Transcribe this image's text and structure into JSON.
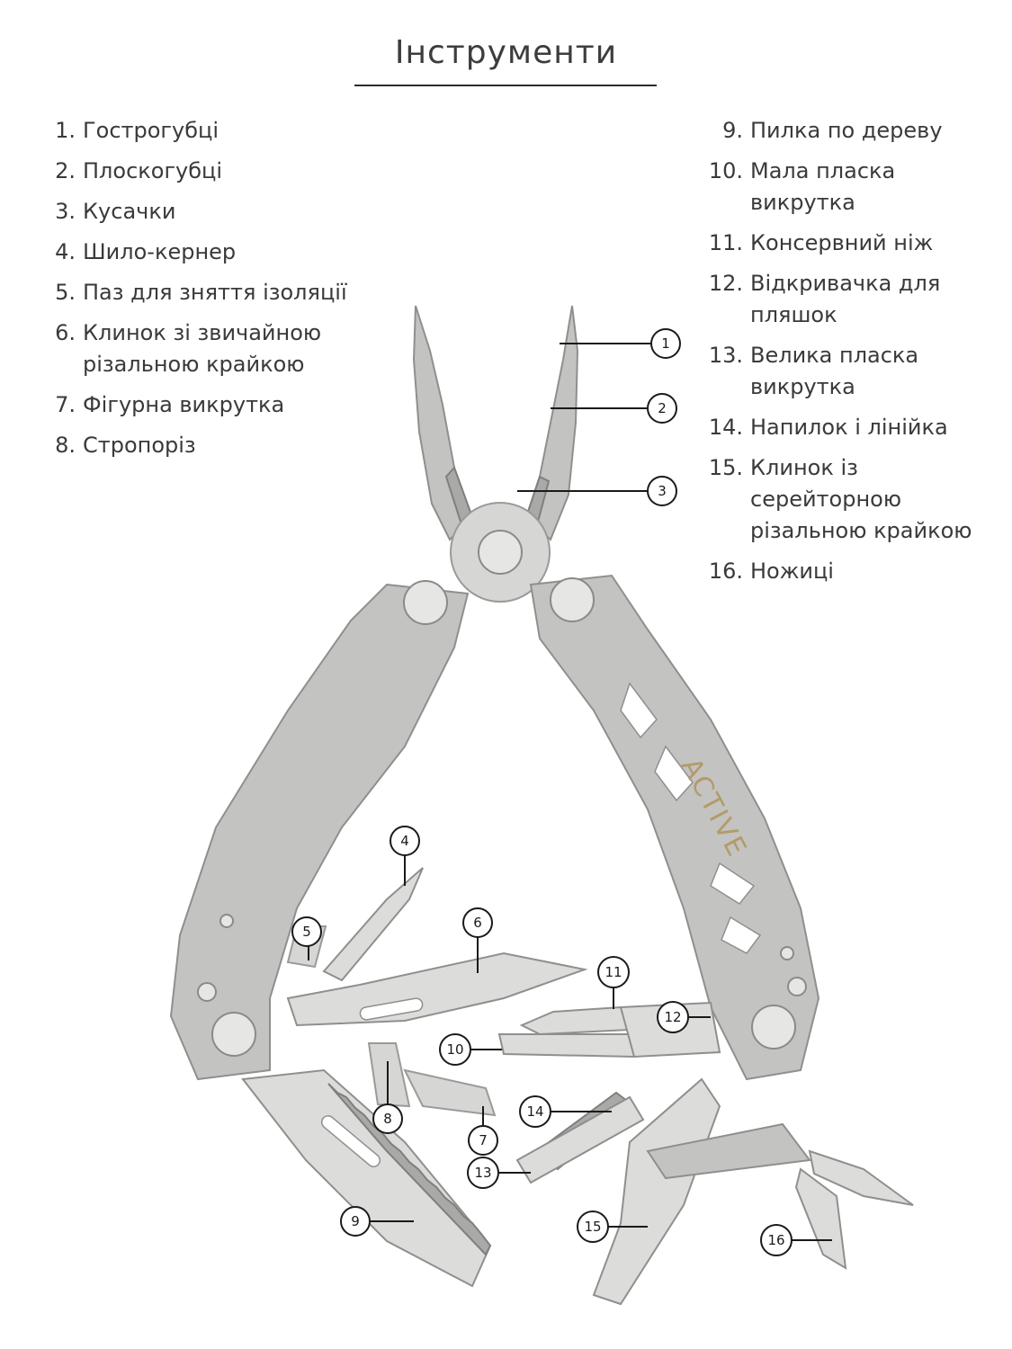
{
  "title": "Інструменти",
  "brand_logo": "ACTIVE",
  "legend_left": [
    {
      "num": "1.",
      "text": "Гострогубці"
    },
    {
      "num": "2.",
      "text": "Плоскогубці"
    },
    {
      "num": "3.",
      "text": "Кусачки"
    },
    {
      "num": "4.",
      "text": "Шило-кернер"
    },
    {
      "num": "5.",
      "text": "Паз для зняття ізоляції"
    },
    {
      "num": "6.",
      "text": "Клинок зі звичайною різальною крайкою"
    },
    {
      "num": "7.",
      "text": "Фігурна викрутка"
    },
    {
      "num": "8.",
      "text": "Стропоріз"
    }
  ],
  "legend_right": [
    {
      "num": "9.",
      "text": "Пилка по дереву"
    },
    {
      "num": "10.",
      "text": "Мала пласка викрутка"
    },
    {
      "num": "11.",
      "text": "Консервний ніж"
    },
    {
      "num": "12.",
      "text": "Відкривачка для пляшок"
    },
    {
      "num": "13.",
      "text": "Велика пласка викрутка"
    },
    {
      "num": "14.",
      "text": "Напилок і лінійка"
    },
    {
      "num": "15.",
      "text": "Клинок із серейторною різальною крайкою"
    },
    {
      "num": "16.",
      "text": "Ножиці"
    }
  ],
  "callouts": [
    "1",
    "2",
    "3",
    "4",
    "5",
    "6",
    "7",
    "8",
    "9",
    "10",
    "11",
    "12",
    "13",
    "14",
    "15",
    "16"
  ],
  "colors": {
    "metal": "#c3c3c1",
    "logo": "#b49a6a",
    "ink": "#1a1a1a"
  }
}
